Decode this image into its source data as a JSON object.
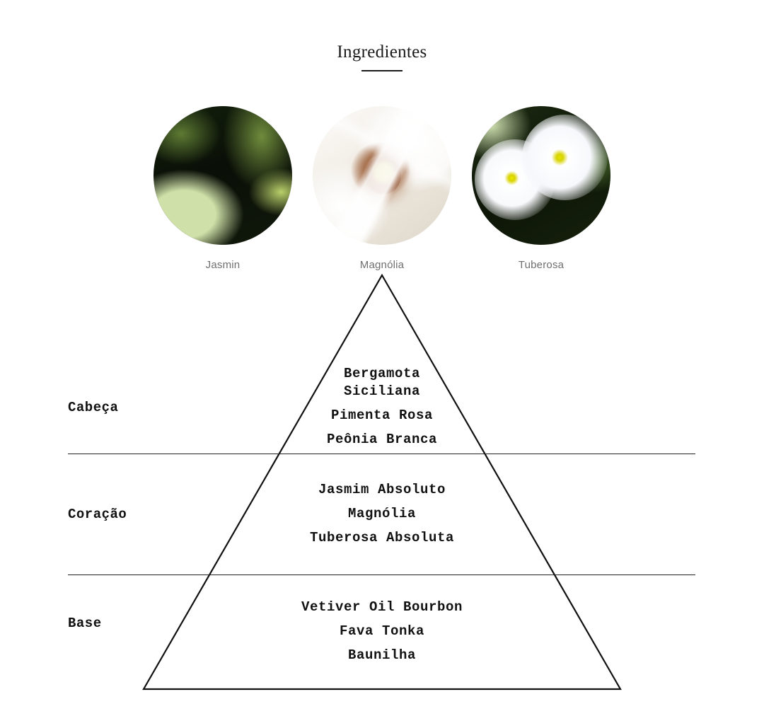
{
  "header": {
    "title": "Ingredientes"
  },
  "ingredients": [
    {
      "label": "Jasmin",
      "art": "jasmin",
      "icon": "jasmine-flower-photo"
    },
    {
      "label": "Magnólia",
      "art": "magnolia",
      "icon": "magnolia-flower-photo"
    },
    {
      "label": "Tuberosa",
      "art": "tuberosa",
      "icon": "tuberose-flower-photo"
    }
  ],
  "pyramid": {
    "sections": [
      {
        "label": "Cabeça",
        "items": [
          "Bergamota Siciliana",
          "Pimenta Rosa",
          "Peônia Branca"
        ]
      },
      {
        "label": "Coração",
        "items": [
          "Jasmim Absoluto",
          "Magnólia",
          "Tuberosa Absoluta"
        ]
      },
      {
        "label": "Base",
        "items": [
          "Vetiver Oil Bourbon",
          "Fava Tonka",
          "Baunilha"
        ]
      }
    ]
  },
  "colors": {
    "background": "#ffffff",
    "text": "#111111",
    "caption": "#6f6f6f",
    "line": "#222222"
  }
}
